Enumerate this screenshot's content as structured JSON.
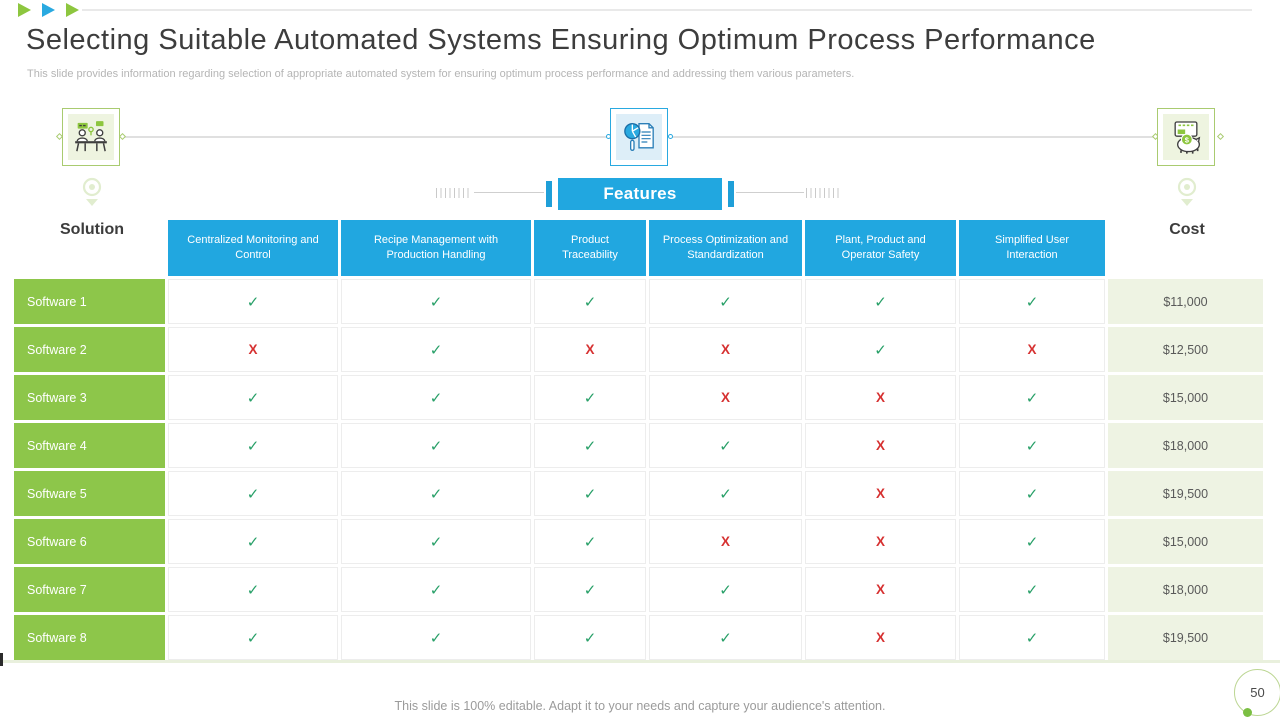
{
  "slide": {
    "title": "Selecting Suitable Automated Systems Ensuring Optimum Process Performance",
    "subtitle": "This slide provides information regarding selection of appropriate automated system for ensuring optimum  process performance and addressing them various parameters.",
    "footer": "This slide is 100% editable. Adapt it to your needs and capture your audience's attention.",
    "page_number": "50"
  },
  "section_labels": {
    "solution": "Solution",
    "features": "Features",
    "cost": "Cost"
  },
  "icons": {
    "solution": "meeting-discussion-icon",
    "features": "document-analysis-icon",
    "cost": "piggy-bank-savings-icon"
  },
  "table": {
    "columns": [
      "Centralized Monitoring and Control",
      "Recipe Management with Production Handling",
      "Product Traceability",
      "Process Optimization and Standardization",
      "Plant, Product and Operator Safety",
      "Simplified User Interaction"
    ],
    "glyphs": {
      "check": "✓",
      "x": "X"
    },
    "rows": [
      {
        "name": "Software 1",
        "features": [
          "check",
          "check",
          "check",
          "check",
          "check",
          "check"
        ],
        "cost": "$11,000"
      },
      {
        "name": "Software 2",
        "features": [
          "x",
          "check",
          "x",
          "x",
          "check",
          "x"
        ],
        "cost": "$12,500"
      },
      {
        "name": "Software 3",
        "features": [
          "check",
          "check",
          "check",
          "x",
          "x",
          "check"
        ],
        "cost": "$15,000"
      },
      {
        "name": "Software 4",
        "features": [
          "check",
          "check",
          "check",
          "check",
          "x",
          "check"
        ],
        "cost": "$18,000"
      },
      {
        "name": "Software 5",
        "features": [
          "check",
          "check",
          "check",
          "check",
          "x",
          "check"
        ],
        "cost": "$19,500"
      },
      {
        "name": "Software 6",
        "features": [
          "check",
          "check",
          "check",
          "x",
          "x",
          "check"
        ],
        "cost": "$15,000"
      },
      {
        "name": "Software 7",
        "features": [
          "check",
          "check",
          "check",
          "check",
          "x",
          "check"
        ],
        "cost": "$18,000"
      },
      {
        "name": "Software 8",
        "features": [
          "check",
          "check",
          "check",
          "check",
          "x",
          "check"
        ],
        "cost": "$19,500"
      }
    ]
  },
  "colors": {
    "accent_blue": "#21a7e0",
    "accent_green": "#8dc64a",
    "cost_cell_bg": "#eef3e3",
    "check_green": "#28a068",
    "x_red": "#d63131"
  }
}
